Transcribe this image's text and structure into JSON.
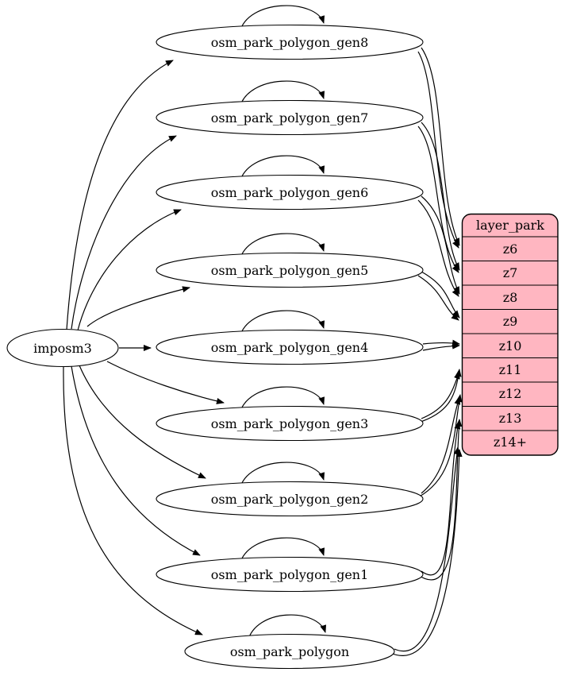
{
  "diagram": {
    "source": {
      "label": "imposm3"
    },
    "tables": [
      {
        "label": "osm_park_polygon_gen8"
      },
      {
        "label": "osm_park_polygon_gen7"
      },
      {
        "label": "osm_park_polygon_gen6"
      },
      {
        "label": "osm_park_polygon_gen5"
      },
      {
        "label": "osm_park_polygon_gen4"
      },
      {
        "label": "osm_park_polygon_gen3"
      },
      {
        "label": "osm_park_polygon_gen2"
      },
      {
        "label": "osm_park_polygon_gen1"
      },
      {
        "label": "osm_park_polygon"
      }
    ],
    "layer_table": {
      "header": "layer_park",
      "rows": [
        "z6",
        "z7",
        "z8",
        "z9",
        "z10",
        "z11",
        "z12",
        "z13",
        "z14+"
      ]
    },
    "colors": {
      "table_fill": "#FFB6C1",
      "node_fill": "#ffffff",
      "edge": "#000000",
      "background": "#ffffff"
    }
  }
}
